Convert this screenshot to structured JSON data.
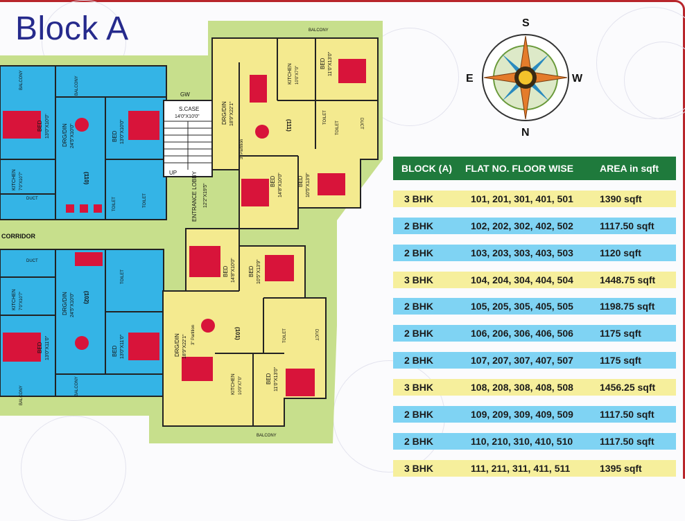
{
  "page": {
    "title": "Block A"
  },
  "compass": {
    "north": "N",
    "south": "S",
    "east": "E",
    "west": "W"
  },
  "plan": {
    "labels": {
      "corridor": "CORRIDOR",
      "staircase": "S.CASE",
      "staircase_dim": "14'0\"X10'0\"",
      "lobby": "ENTRANCE LOBBY",
      "lobby_dim": "12'2\"X19'5\"",
      "gw": "GW",
      "up": "UP",
      "flat_110": "(110)",
      "flat_102": "(102)",
      "flat_111": "(111)",
      "flat_101": "(101)",
      "drg_din_1": "DRG/DIN",
      "drg_din_1_dim": "24'5\"X10'0\"",
      "drg_din_2": "DRG/DIN",
      "drg_din_2_dim": "24'5\"X10'0\"",
      "drg_din_3": "DRG/DIN",
      "drg_din_3_dim": "18'9\"X22'1\"",
      "drg_din_4": "DRG/DIN",
      "drg_din_4_dim": "18'9\"X22'1\"",
      "bed_1": "BED",
      "bed_1_dim": "13'0\"X10'0\"",
      "bed_2": "BED",
      "bed_2_dim": "13'0\"X11'0\"",
      "bed_3": "BED",
      "bed_3_dim": "13'0\"X10'0\"",
      "bed_4": "BED",
      "bed_4_dim": "13'0\"X11'0\"",
      "bed_5": "BED",
      "bed_5_dim": "11'0\"X13'0\"",
      "bed_6": "BED",
      "bed_6_dim": "14'8\"X10'0\"",
      "bed_7": "BED",
      "bed_7_dim": "10'5\"X13'9\"",
      "bed_8": "BED",
      "bed_8_dim": "14'8\"X10'0\"",
      "bed_9": "BED",
      "bed_9_dim": "10'5\"X13'9\"",
      "bed_10": "BED",
      "bed_10_dim": "11'0\"X13'0\"",
      "kitchen_1": "KITCHEN",
      "kitchen_1_dim": "7'0\"X10'7\"",
      "kitchen_2": "KITCHEN",
      "kitchen_2_dim": "7'0\"X10'7\"",
      "kitchen_3": "KITCHEN",
      "kitchen_3_dim": "10'0\"X7'0\"",
      "kitchen_4": "KITCHEN",
      "kitchen_4_dim": "10'0\"X7'0\"",
      "balcony_1": "BALCONY",
      "balcony_2": "BALCONY",
      "balcony_3": "BALCONY",
      "balcony_4": "BALCONY",
      "balcony_5": "BALCONY",
      "balcony_6": "BALCONY",
      "toilet_1": "TOILET",
      "toilet_2": "TOILET",
      "toilet_3": "TOILET",
      "toilet_4": "TOILET",
      "toilet_5": "TOILET",
      "toilet_6": "TOILET",
      "duct_1": "DUCT",
      "duct_2": "DUCT",
      "duct_3": "DUCT",
      "duct_4": "DUCT",
      "partition_1": "3\" Partition",
      "partition_2": "3\" Partition"
    }
  },
  "table": {
    "headers": [
      "BLOCK (A)",
      "FLAT NO. FLOOR WISE",
      "AREA in sqft"
    ],
    "rows": [
      {
        "type": "3 BHK",
        "flats": "101, 201, 301, 401, 501",
        "area": "1390 sqft"
      },
      {
        "type": "2 BHK",
        "flats": "102, 202, 302, 402, 502",
        "area": "1117.50 sqft"
      },
      {
        "type": "2 BHK",
        "flats": "103, 203, 303, 403, 503",
        "area": "1120 sqft"
      },
      {
        "type": "3 BHK",
        "flats": "104, 204, 304, 404, 504",
        "area": "1448.75 sqft"
      },
      {
        "type": "2 BHK",
        "flats": "105, 205, 305, 405, 505",
        "area": "1198.75 sqft"
      },
      {
        "type": "2 BHK",
        "flats": "106, 206, 306, 406, 506",
        "area": "1175 sqft"
      },
      {
        "type": "2 BHK",
        "flats": "107, 207, 307, 407, 507",
        "area": "1175 sqft"
      },
      {
        "type": "3 BHK",
        "flats": "108, 208, 308, 408, 508",
        "area": "1456.25 sqft"
      },
      {
        "type": "2 BHK",
        "flats": "109, 209, 309, 409, 509",
        "area": "1117.50 sqft"
      },
      {
        "type": "2 BHK",
        "flats": "110, 210, 310, 410, 510",
        "area": "1117.50 sqft"
      },
      {
        "type": "3 BHK",
        "flats": "111, 211, 311, 411, 511",
        "area": "1395 sqft"
      }
    ]
  },
  "colors": {
    "title": "#262a8c",
    "header_bg": "#1f7a3c",
    "row_3bhk": "#f6ef9c",
    "row_2bhk": "#7fd3f3",
    "flat_2bhk": "#34b4e6",
    "flat_3bhk": "#f4ea8f",
    "common_area": "#c7df8c",
    "bed_fill": "#d8143a",
    "frame": "#b8252b"
  }
}
